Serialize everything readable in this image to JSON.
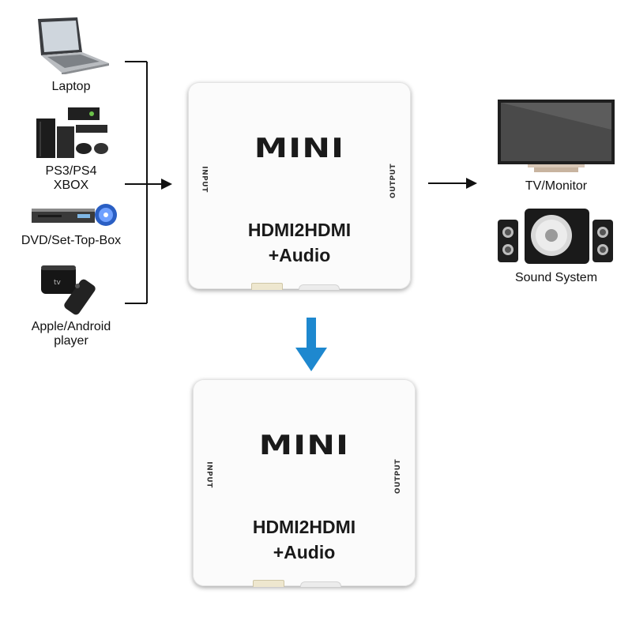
{
  "sources": [
    {
      "id": "laptop",
      "label": "Laptop",
      "icon": "laptop-icon"
    },
    {
      "id": "console",
      "label": "PS3/PS4\nXBOX",
      "icon": "game-console-icon"
    },
    {
      "id": "dvd",
      "label": "DVD/Set-Top-Box",
      "icon": "dvd-player-icon"
    },
    {
      "id": "streamer",
      "label": "Apple/Android\nplayer",
      "icon": "streaming-box-icon"
    }
  ],
  "outputs": [
    {
      "id": "tv",
      "label": "TV/Monitor",
      "icon": "tv-monitor-icon"
    },
    {
      "id": "speakers",
      "label": "Sound System",
      "icon": "speaker-system-icon"
    }
  ],
  "device_top": {
    "brand": "MINI",
    "input_label": "INPUT",
    "output_label": "OUTPUT",
    "title_line1": "HDMI2HDMI",
    "title_line2": "+Audio"
  },
  "device_bottom": {
    "brand": "MINI",
    "input_label": "INPUT",
    "output_label": "OUTPUT",
    "title_line1": "HDMI2HDMI",
    "title_line2": "+Audio"
  },
  "colors": {
    "down_arrow": "#1e88cf",
    "connector": "#111111",
    "device_body": "#fbfbfb"
  }
}
